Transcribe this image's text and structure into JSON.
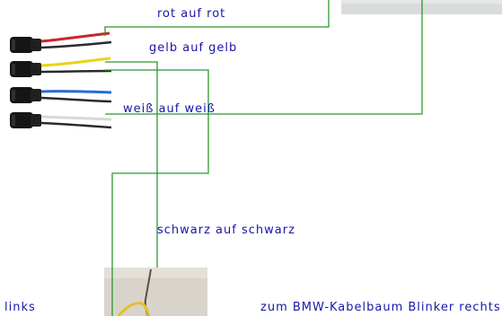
{
  "labels": {
    "red": "rot auf rot",
    "yellow": "gelb auf gelb",
    "white": "weiß auf weiß",
    "black": "schwarz auf schwarz",
    "left": "links",
    "right": "zum BMW-Kabelbaum Blinker rechts"
  },
  "colors": {
    "label_text": "#1a14a8",
    "connector_line": "#2a9a2a",
    "wire_red": "#c8282a",
    "wire_yellow": "#e8d418",
    "wire_blue": "#2a6ad8",
    "wire_black": "#2a2a2a",
    "wire_white": "#d8d8d8"
  },
  "wires": [
    {
      "name": "red-black-pair",
      "colors": [
        "red",
        "black"
      ]
    },
    {
      "name": "yellow-black-pair",
      "colors": [
        "yellow",
        "black"
      ]
    },
    {
      "name": "blue-black-pair",
      "colors": [
        "blue",
        "black"
      ]
    },
    {
      "name": "white-black-pair",
      "colors": [
        "white",
        "black"
      ]
    }
  ]
}
